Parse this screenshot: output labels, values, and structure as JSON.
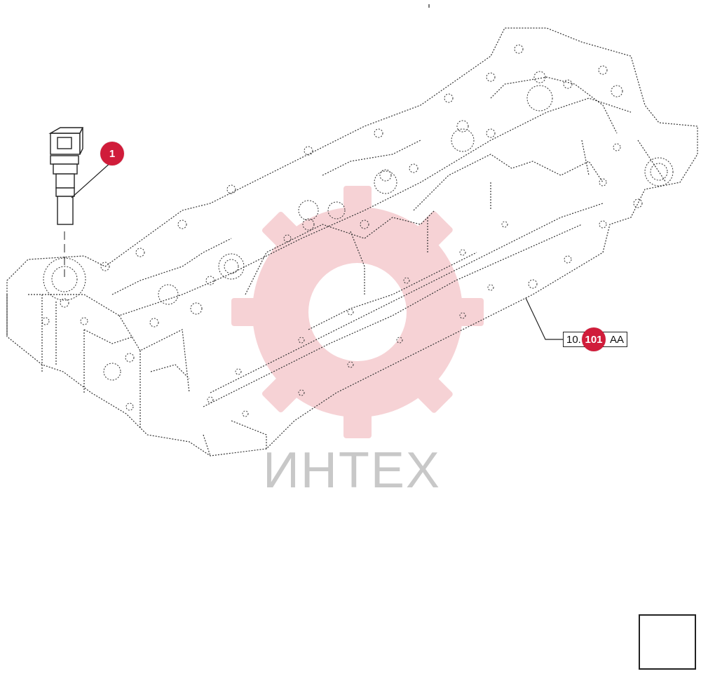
{
  "callouts": [
    {
      "id": "part-1",
      "label": "1"
    },
    {
      "id": "ref-101",
      "label": "101"
    }
  ],
  "reference": {
    "prefix": "10.",
    "suffix": "AA"
  },
  "watermark": {
    "text": "ИНТЕХ"
  },
  "colors": {
    "callout": "#d01c3a",
    "watermark_red": "#f3c4c8",
    "watermark_gray": "#c8c8c8",
    "line": "#333333"
  },
  "nav": {
    "icon": "arrow-back-icon"
  }
}
